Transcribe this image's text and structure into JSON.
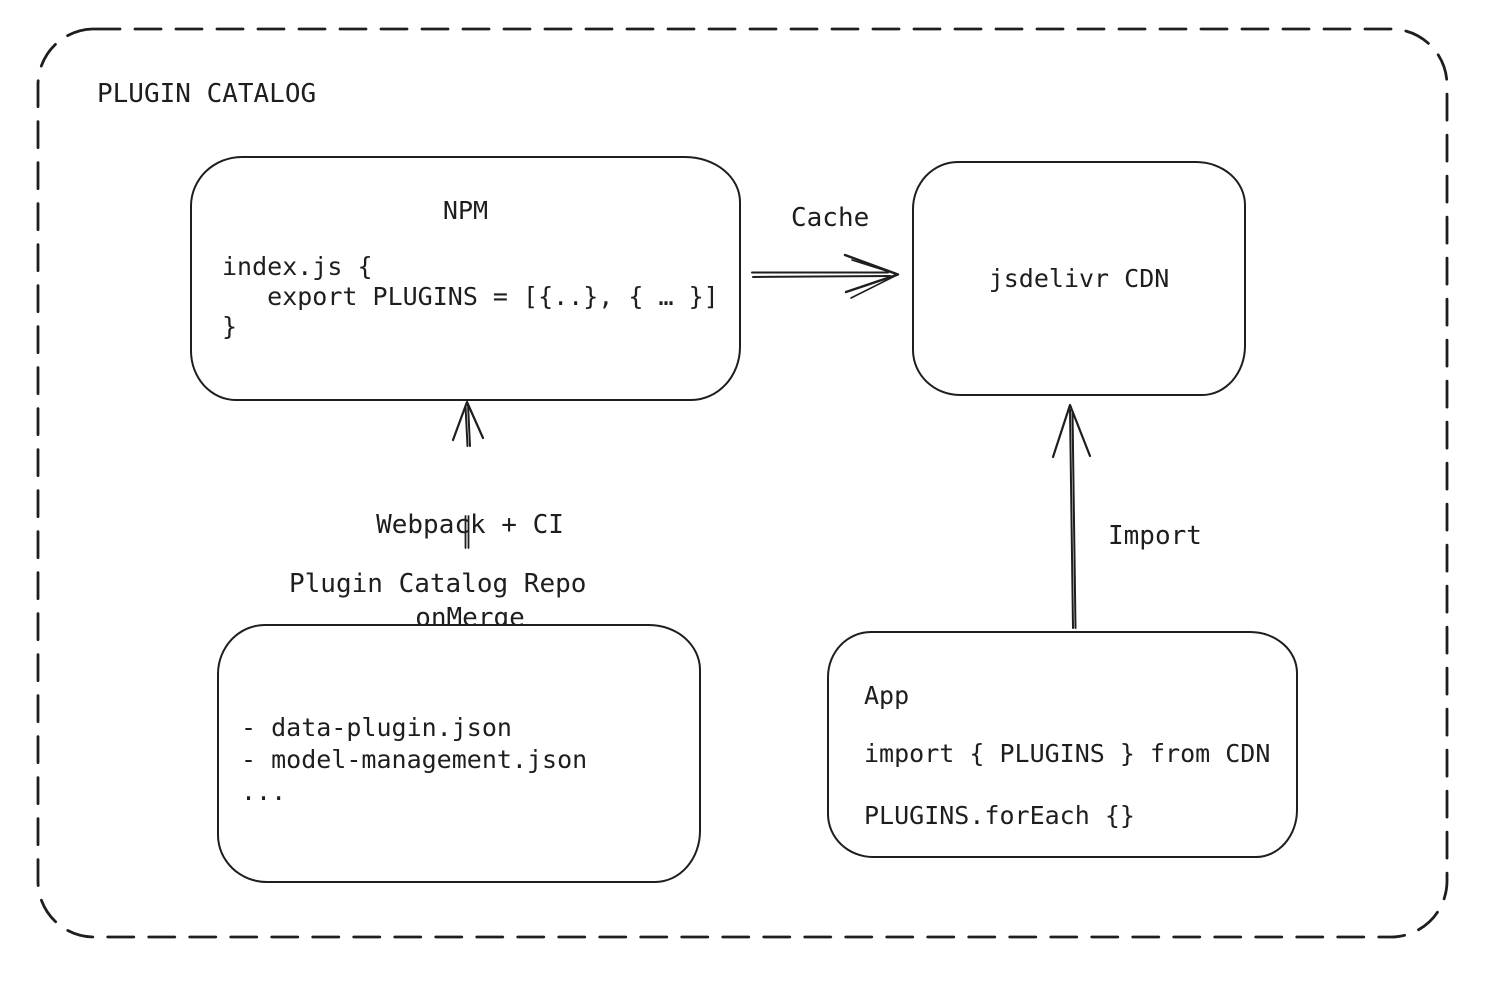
{
  "diagram": {
    "title": "PLUGIN CATALOG",
    "colors": {
      "stroke": "#1e1e1e",
      "background": "#ffffff"
    },
    "nodes": {
      "npm": {
        "title": "NPM",
        "code_lines": [
          "index.js {",
          "   export PLUGINS = [{..}, { … }]",
          "}"
        ]
      },
      "cdn": {
        "label": "jsdelivr CDN"
      },
      "repo": {
        "label": "Plugin Catalog Repo",
        "items": [
          "- data-plugin.json",
          "- model-management.json",
          "..."
        ]
      },
      "app": {
        "title": "App",
        "code_lines": [
          "import { PLUGINS } from CDN",
          "PLUGINS.forEach {}"
        ]
      }
    },
    "edges": {
      "cache": {
        "label": "Cache",
        "from": "NPM",
        "to": "jsdelivr CDN"
      },
      "build": {
        "label_line1": "Webpack + CI",
        "label_line2": "onMerge",
        "from": "Plugin Catalog Repo",
        "to": "NPM"
      },
      "import": {
        "label": "Import",
        "from": "App",
        "to": "jsdelivr CDN"
      }
    }
  }
}
